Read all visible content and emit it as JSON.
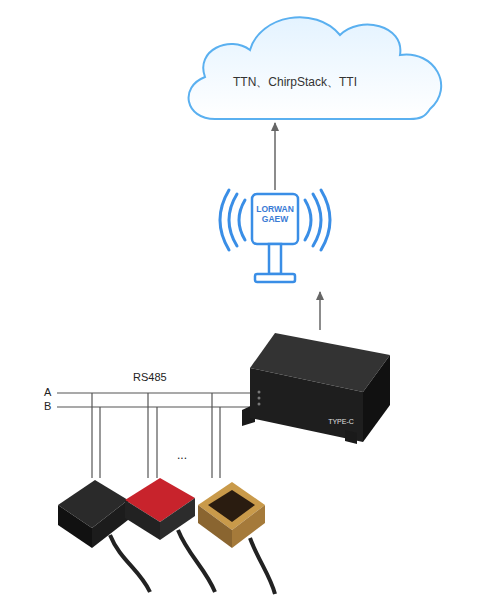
{
  "diagram": {
    "nodes": [
      {
        "text": [
          "TTN、ChirpStack、TTI"
        ]
      },
      {
        "text": [
          "LORWAN GAEW"
        ]
      },
      {
        "text": [
          "TYPE-C"
        ]
      }
    ],
    "edges": [
      {
        "from": 2,
        "to": 1,
        "arrow": "to"
      },
      {
        "from": 1,
        "to": 0,
        "arrow": "to"
      }
    ],
    "labels": [
      "RS485",
      "A",
      "B",
      "..."
    ]
  }
}
